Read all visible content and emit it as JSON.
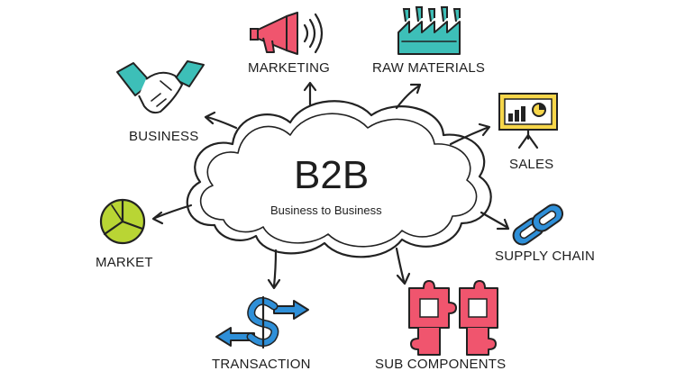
{
  "center": {
    "title": "B2B",
    "subtitle": "Business to Business"
  },
  "nodes": {
    "marketing": "MARKETING",
    "raw_materials": "RAW MATERIALS",
    "business": "BUSINESS",
    "sales": "SALES",
    "market": "MARKET",
    "supply_chain": "SUPPLY CHAIN",
    "transaction": "TRANSACTION",
    "sub_components": "SUB COMPONENTS"
  },
  "colors": {
    "pink": "#f0556e",
    "teal": "#3dbfb8",
    "green": "#b9d534",
    "blue": "#2e8fd8",
    "yellow": "#f6d64a",
    "ink": "#222222"
  },
  "icons": {
    "marketing": "megaphone-icon",
    "raw_materials": "factory-icon",
    "business": "handshake-icon",
    "sales": "presentation-board-icon",
    "market": "pie-chart-icon",
    "supply_chain": "chain-link-icon",
    "transaction": "dollar-arrows-icon",
    "sub_components": "puzzle-pieces-icon"
  }
}
